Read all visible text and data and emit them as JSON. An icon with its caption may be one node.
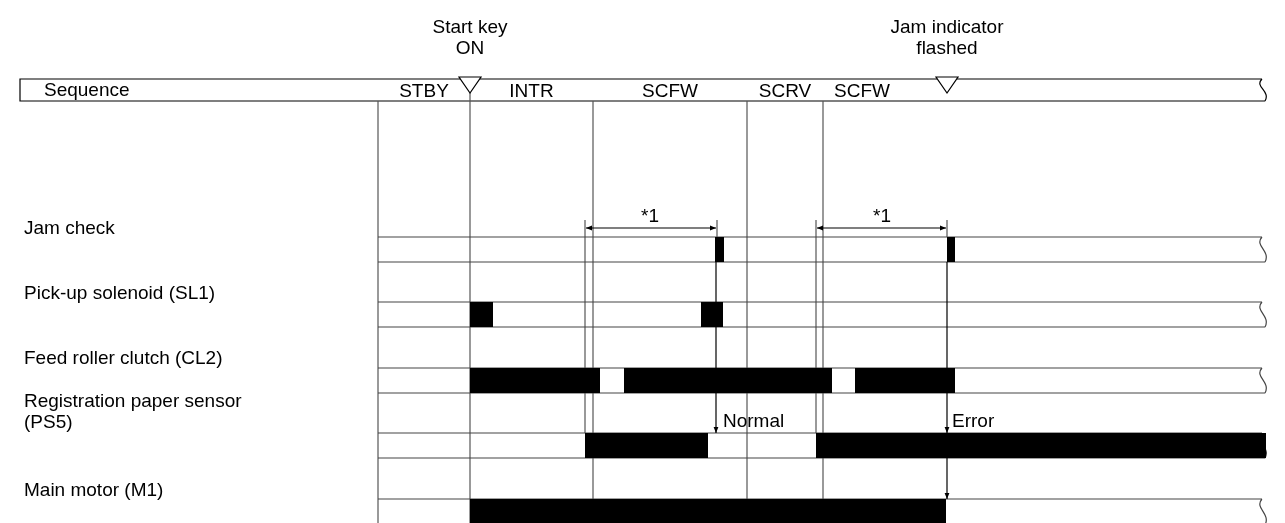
{
  "diagram": {
    "labels": [
      "Start key ON",
      "Jam indicator flashed",
      "Sequence",
      "STBY",
      "INTR",
      "SCFW",
      "SCRV",
      "SCFW",
      "*1",
      "*1",
      "Jam check",
      "Pick-up solenoid (SL1)",
      "Feed roller clutch (CL2)",
      "Registration paper sensor (PS5)",
      "Normal",
      "Error",
      "Main motor (M1)"
    ]
  }
}
